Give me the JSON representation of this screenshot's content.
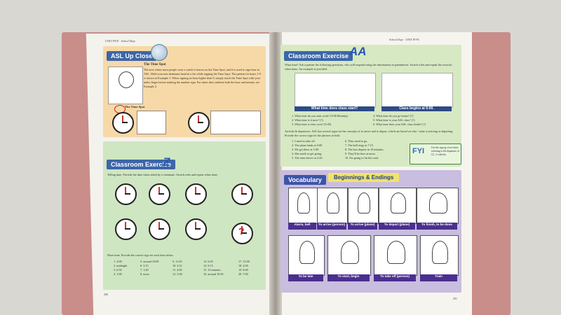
{
  "left_page": {
    "header": {
      "unit": "UNIT FIVE",
      "section": "School Days"
    },
    "asl_up_close": {
      "title": "ASL Up Close",
      "subtitle": "The Time Spot",
      "body": "The area where most people wear a watch is known as the Time Spot, and it is used to sign time in ASL. Hold your non-dominant hand in a fist while tapping the Time Spot. The pattern for hours 1-9 is shown in Example 1. When signing an hour higher than 9, simply touch the Time Spot with your index finger before making the number sign. For times that combine both the hour and minute, see Example 2.",
      "label": "The Time Spot"
    },
    "exercise_z": {
      "title": "Classroom Exercise",
      "letter": "Z",
      "instruction1": "Telling time. Provide the time when asked by a classmate. Switch roles and repeat when done.",
      "instruction2": "More time. Provide the correct sign for each item below.",
      "col1": [
        "1. 4:00",
        "2. midnight",
        "3. 6:50",
        "4. 1:00"
      ],
      "col2": [
        "5. around 10:00",
        "6. 3:15",
        "7. 1:20",
        "8. noon"
      ],
      "col3": [
        "9. 11:45",
        "10. 2:21",
        "11. 4:00",
        "12. 5:00"
      ],
      "col4": [
        "13. 6:45",
        "14. 9:15",
        "15. 15 minutes",
        "16. around 10:30"
      ],
      "col5": [
        "17. 12:00",
        "18. 4:00",
        "19. 6:00",
        "20. 7:00"
      ]
    },
    "page_number": "200"
  },
  "right_page": {
    "header": {
      "section": "School Days",
      "unit": "UNIT FIVE"
    },
    "exercise_aa": {
      "title": "Classroom Exercise",
      "letter": "AA",
      "instruction1": "What time? Ask a partner the following questions, who will respond using the information in parentheses. Switch roles and repeat the exercise when done. An example is provided.",
      "caption_left": "What time does class start?",
      "caption_right": "Class begins at 6:00.",
      "questions_left": [
        "1. What time do you start work? (9:00 Monday)",
        "2. What time is it now? (?)",
        "3. What time is class over? (9:45)"
      ],
      "questions_right": [
        "4. What time do you go home? (?)",
        "5. What time is your ASL class? (?)",
        "6. What time does your ASL class finish? (?)"
      ],
      "instruction2": "Arrivals & departures. ASL has several signs for the concepts of to arrive and to depart, which are based on who / what is arriving or departing. Provide the correct sign for the phrases in bold.",
      "phrases_left": [
        "1. I need to take off.",
        "2. The plane lands at 6:00.",
        "3. We got there at 3:00.",
        "4. She needs to get going.",
        "5. The train leaves at 2:45."
      ],
      "phrases_right": [
        "6. They need to go.",
        "7. The bell rings at 7:15.",
        "8. The bus departs in 10 minutes.",
        "9. They'll be here at noon.",
        "10. I'm going to hit the road."
      ],
      "fyi_label": "FYI",
      "fyi_text": "Use the sign go rival when referring to the departure of CL: 3 vehicles."
    },
    "vocabulary": {
      "title": "Vocabulary",
      "subtitle": "Beginnings & Endings",
      "row1": [
        "Alarm, bell",
        "To arrive (person)",
        "To arrive (plane)",
        "To depart (plane)",
        "To finish, to be done"
      ],
      "row2": [
        "To be late",
        "To start, begin",
        "To take off (person)",
        "Train"
      ]
    },
    "page_number": "201"
  }
}
